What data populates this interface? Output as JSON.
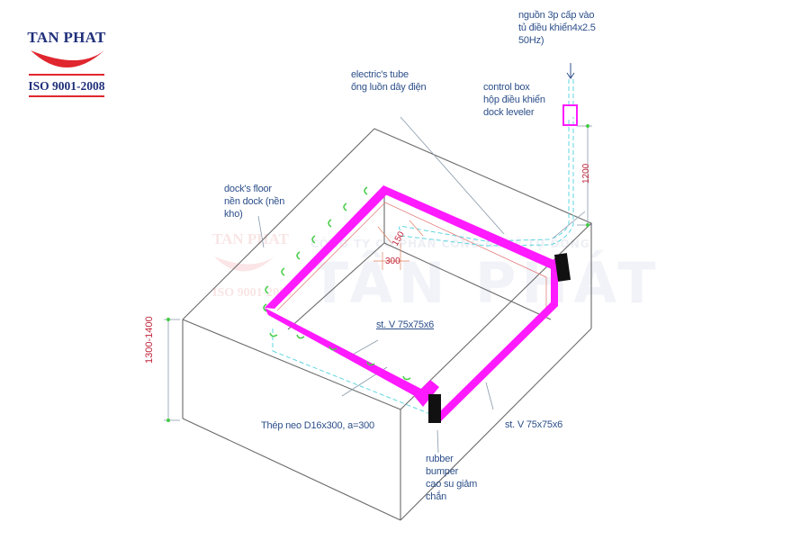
{
  "logo": {
    "company": "TAN PHAT",
    "certification": "ISO 9001-2008",
    "colors": {
      "text": "#1f2f7a",
      "swoosh": "#e0262e"
    }
  },
  "watermark": {
    "logo_text": "TAN PHAT",
    "logo_iso": "ISO 9001-2008",
    "company_line": "CÔNG TY CỔ PHẦN CÔNG NGHỆ TỰ ĐỘNG",
    "brand": "TÂN PHÁT"
  },
  "labels": {
    "power_supply": [
      "nguồn 3p cấp vào",
      "tủ điều khiển4x2.5",
      "50Hz)"
    ],
    "electric_tube": [
      "electric's tube",
      "ống luồn dây điện"
    ],
    "control_box": [
      "control box",
      "hộp điều khiển",
      "dock leveler"
    ],
    "docks_floor": [
      "dock's floor",
      "nền dock (nền",
      "kho)"
    ],
    "angle_steel_top": "st. V 75x75x6",
    "angle_steel_side": "st. V 75x75x6",
    "anchor_steel": "Thép neo D16x300, a=300",
    "rubber_bumper": [
      "rubber",
      "bumper",
      "cao su giảm",
      "chắn"
    ]
  },
  "dimensions": {
    "pit_depth": "1300-1400",
    "control_box_height": "1200",
    "tube_offset": "150",
    "anchor_offset": "300"
  },
  "colors": {
    "outline": "#6a6a6a",
    "angle_steel": "#ff1aff",
    "anchor": "#44cc44",
    "tube": "#5fd6e0",
    "dimension_text": "#c0243a",
    "label_text": "#2d4f8a",
    "bumper": "#111111"
  }
}
